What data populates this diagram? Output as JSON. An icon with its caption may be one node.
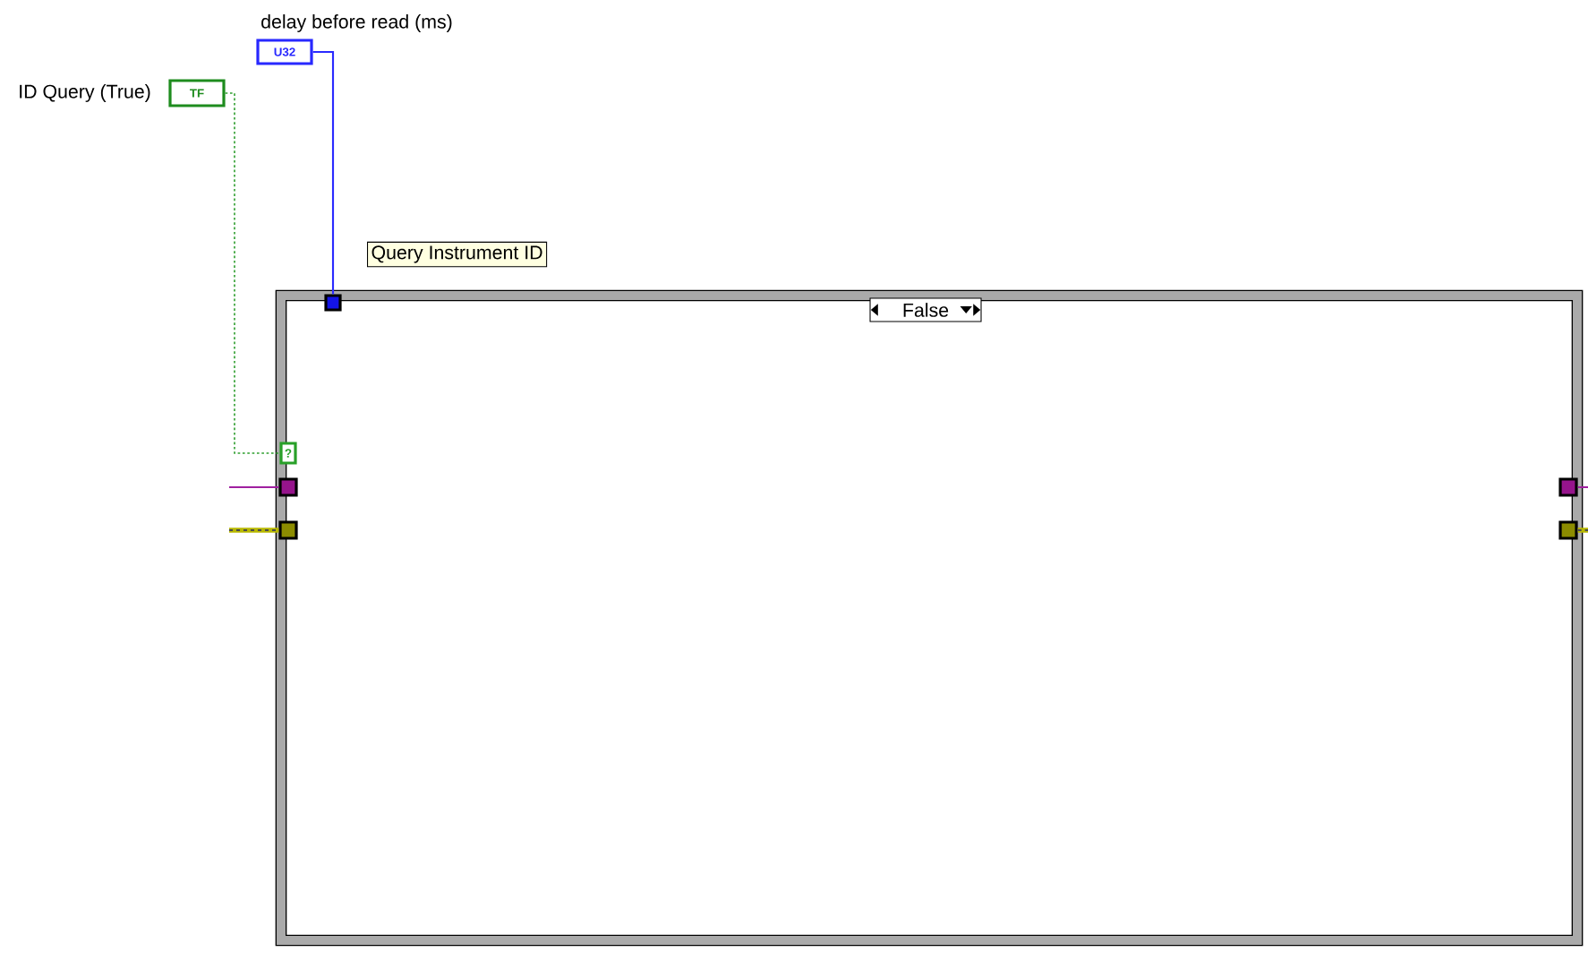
{
  "diagram": {
    "nodes": [
      {
        "text": [
          "TF"
        ],
        "beside": [
          "ID Query (True)"
        ]
      },
      {
        "text": [
          "U32"
        ],
        "beside": [
          "delay before read (ms)"
        ]
      },
      {
        "text": [
          "False"
        ],
        "beside": [
          "Query Instrument ID"
        ]
      },
      {
        "text": [
          "?"
        ],
        "in": 2
      },
      {
        "text": [],
        "shape": "box",
        "in": 2
      },
      {
        "text": [],
        "shape": "box",
        "in": 2
      },
      {
        "text": [],
        "shape": "box",
        "in": 2
      },
      {
        "text": [],
        "shape": "box",
        "in": 2
      },
      {
        "text": [],
        "shape": "box",
        "in": 2
      }
    ],
    "edges": [
      {
        "from": 0,
        "to": 3,
        "arrow": "none",
        "style": "dashed",
        "color": "#2e9e2e"
      },
      {
        "from": 1,
        "to": 4,
        "arrow": "none",
        "color": "#2a2aff"
      },
      {
        "from": null,
        "to": 5,
        "arrow": "none",
        "color": "#a020a0"
      },
      {
        "from": 7,
        "to": null,
        "arrow": "none",
        "color": "#a020a0"
      },
      {
        "from": null,
        "to": 6,
        "arrow": "none",
        "style": "thick",
        "color": "#b8b800"
      },
      {
        "from": 8,
        "to": null,
        "arrow": "none",
        "style": "thick",
        "color": "#b8b800"
      }
    ]
  }
}
